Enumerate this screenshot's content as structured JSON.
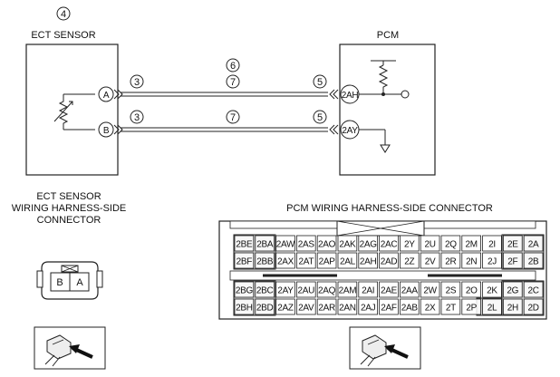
{
  "ect": {
    "label_num": "4",
    "title": "ECT SENSOR",
    "terminals": [
      "A",
      "B"
    ]
  },
  "pcm": {
    "title": "PCM",
    "terminals": [
      "2AH",
      "2AY"
    ]
  },
  "wires": {
    "circle_left": [
      "3",
      "3"
    ],
    "circle_right": [
      "5",
      "5"
    ],
    "mid_top": [
      "6",
      "7"
    ],
    "mid_bottom": "7"
  },
  "ect_connector": {
    "caption": [
      "ECT SENSOR",
      "WIRING HARNESS-SIDE",
      "CONNECTOR"
    ],
    "pins": [
      "B",
      "A"
    ]
  },
  "pcm_connector": {
    "caption": "PCM WIRING HARNESS-SIDE CONNECTOR",
    "rows": [
      [
        "2BE",
        "2BA",
        "2AW",
        "2AS",
        "2AO",
        "2AK",
        "2AG",
        "2AC",
        "2Y",
        "2U",
        "2Q",
        "2M",
        "2I",
        "2E",
        "2A"
      ],
      [
        "2BF",
        "2BB",
        "2AX",
        "2AT",
        "2AP",
        "2AL",
        "2AH",
        "2AD",
        "2Z",
        "2V",
        "2R",
        "2N",
        "2J",
        "2F",
        "2B"
      ],
      [
        "2BG",
        "2BC",
        "2AY",
        "2AU",
        "2AQ",
        "2AM",
        "2AI",
        "2AE",
        "2AA",
        "2W",
        "2S",
        "2O",
        "2K",
        "2G",
        "2C"
      ],
      [
        "2BH",
        "2BD",
        "2AZ",
        "2AV",
        "2AR",
        "2AN",
        "2AJ",
        "2AF",
        "2AB",
        "2X",
        "2T",
        "2P",
        "2L",
        "2H",
        "2D"
      ]
    ]
  }
}
